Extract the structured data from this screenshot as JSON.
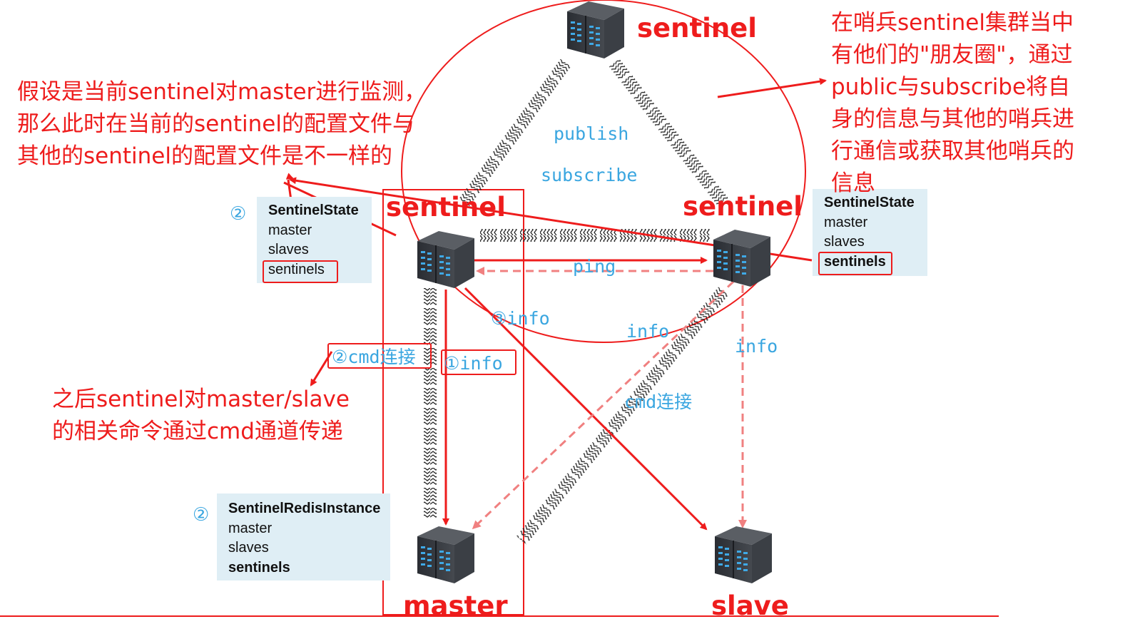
{
  "nodes": {
    "sentinel_top": {
      "label": "sentinel",
      "icon": "server-icon"
    },
    "sentinel_left": {
      "label": "sentinel",
      "icon": "server-icon"
    },
    "sentinel_right": {
      "label": "sentinel",
      "icon": "server-icon"
    },
    "master": {
      "label": "master",
      "icon": "server-icon"
    },
    "slave": {
      "label": "slave",
      "icon": "server-icon"
    }
  },
  "edge_labels": {
    "publish": "publish",
    "subscribe": "subscribe",
    "ping": "ping",
    "info_1": "①info",
    "info_3": "③info",
    "info_mid": "info",
    "info_right": "info",
    "cmd_2": "②cmd连接",
    "cmd_mid": "cmd连接"
  },
  "state_boxes": {
    "left": {
      "marker": "②",
      "title": "SentinelState",
      "items": [
        "master",
        "slaves",
        "sentinels"
      ]
    },
    "right": {
      "title": "SentinelState",
      "items": [
        "master",
        "slaves",
        "sentinels"
      ]
    },
    "bottom": {
      "marker": "②",
      "title": "SentinelRedisInstance",
      "items": [
        "master",
        "slaves",
        "sentinels"
      ]
    }
  },
  "notes": {
    "top_left": [
      "假设是当前sentinel对master进行监测，",
      "那么此时在当前的sentinel的配置文件与",
      "其他的sentinel的配置文件是不一样的"
    ],
    "top_right": [
      "在哨兵sentinel集群当中",
      "有他们的\"朋友圈\"，通过",
      "public与subscribe将自",
      "身的信息与其他的哨兵进",
      "行通信或获取其他哨兵的",
      "信息"
    ],
    "bottom_left": [
      "之后sentinel对master/slave",
      "的相关命令通过cmd通道传递"
    ]
  },
  "colors": {
    "accent_red": "#ee1c1c",
    "label_blue": "#3aa6e0",
    "dash_pink": "#f08080",
    "box_bg": "#dfeef5"
  }
}
